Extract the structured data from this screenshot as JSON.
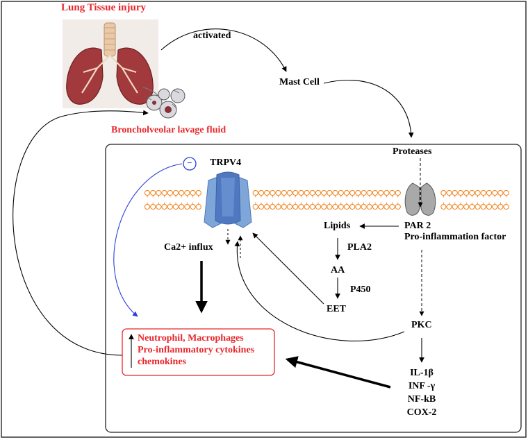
{
  "header": {
    "tissue_title": "Lung Tissue injury",
    "fluid_label": "Broncholveolar lavage fluid"
  },
  "flow": {
    "activated": "activated",
    "mast_cell": "Mast Cell",
    "proteases": "Proteases"
  },
  "channel": {
    "name": "TRPV4",
    "inhibit_symbol": "−",
    "ca_influx": "Ca2+ influx"
  },
  "receptor": {
    "name": "PAR 2",
    "subtitle": "Pro-inflammation factor"
  },
  "pathway": {
    "lipids": "Lipids",
    "pla2": "PLA2",
    "aa": "AA",
    "p450": "P450",
    "eet": "EET",
    "pkc": "PKC"
  },
  "outcome_box": {
    "lines": [
      "Neutrophil, Macrophages",
      "Pro-inflammatory cytokines",
      "chemokines"
    ]
  },
  "mediators": [
    "IL-1β",
    "INF -γ",
    "NF-kB",
    "COX-2"
  ],
  "colors": {
    "accent_red": "#e8262b",
    "inhibition_blue": "#2a3fd8",
    "membrane_orange": "#f08a2a",
    "channel_blue": "#5a86c8",
    "receptor_gray": "#a9a9a9"
  }
}
